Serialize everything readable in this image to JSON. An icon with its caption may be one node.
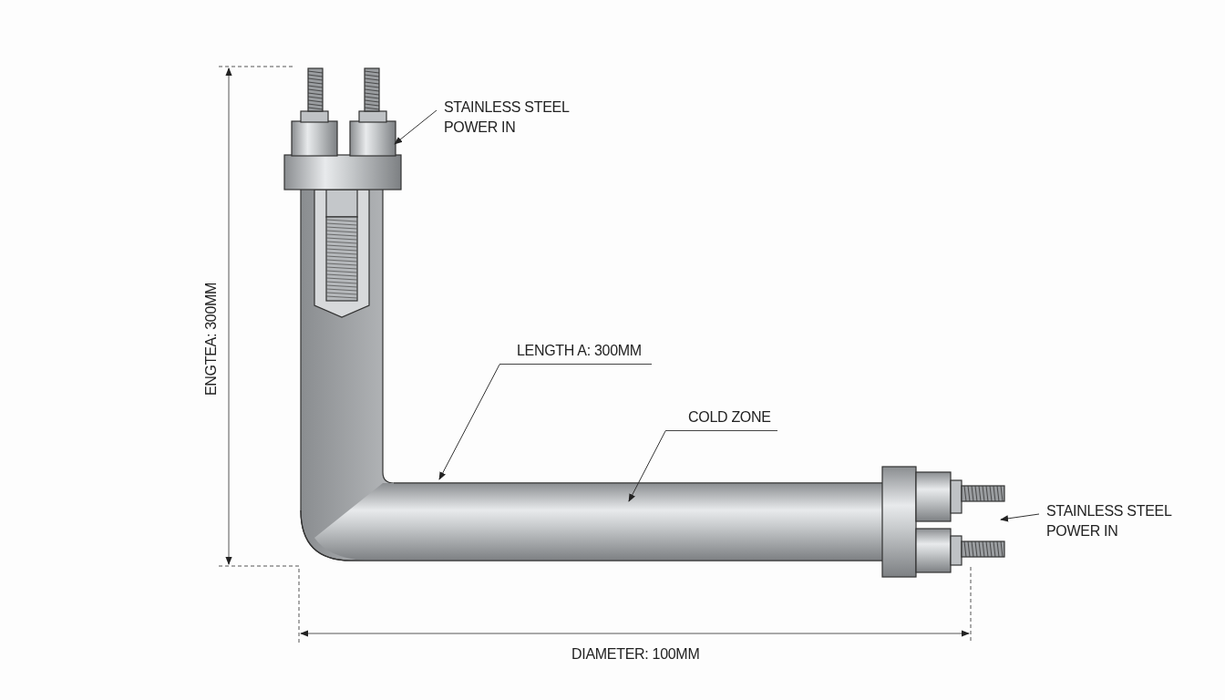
{
  "diagram": {
    "nodes": [
      {
        "text": [
          "STAINLESS STEEL POWER IN"
        ]
      },
      {
        "text": [
          "LENGTH A: 300MM"
        ]
      },
      {
        "text": [
          "COLD ZONE"
        ]
      },
      {
        "text": [
          "STAINLESS STEEL POWER IN"
        ]
      }
    ],
    "edges": [
      {
        "from": 0,
        "to": null,
        "arrow": "to"
      },
      {
        "from": 1,
        "to": null,
        "arrow": "to"
      },
      {
        "from": 2,
        "to": null,
        "arrow": "to"
      },
      {
        "from": 3,
        "to": null,
        "arrow": "to"
      }
    ],
    "labels": [
      "ENGTEA: 300MM",
      "DIAMETER: 100MM"
    ]
  }
}
